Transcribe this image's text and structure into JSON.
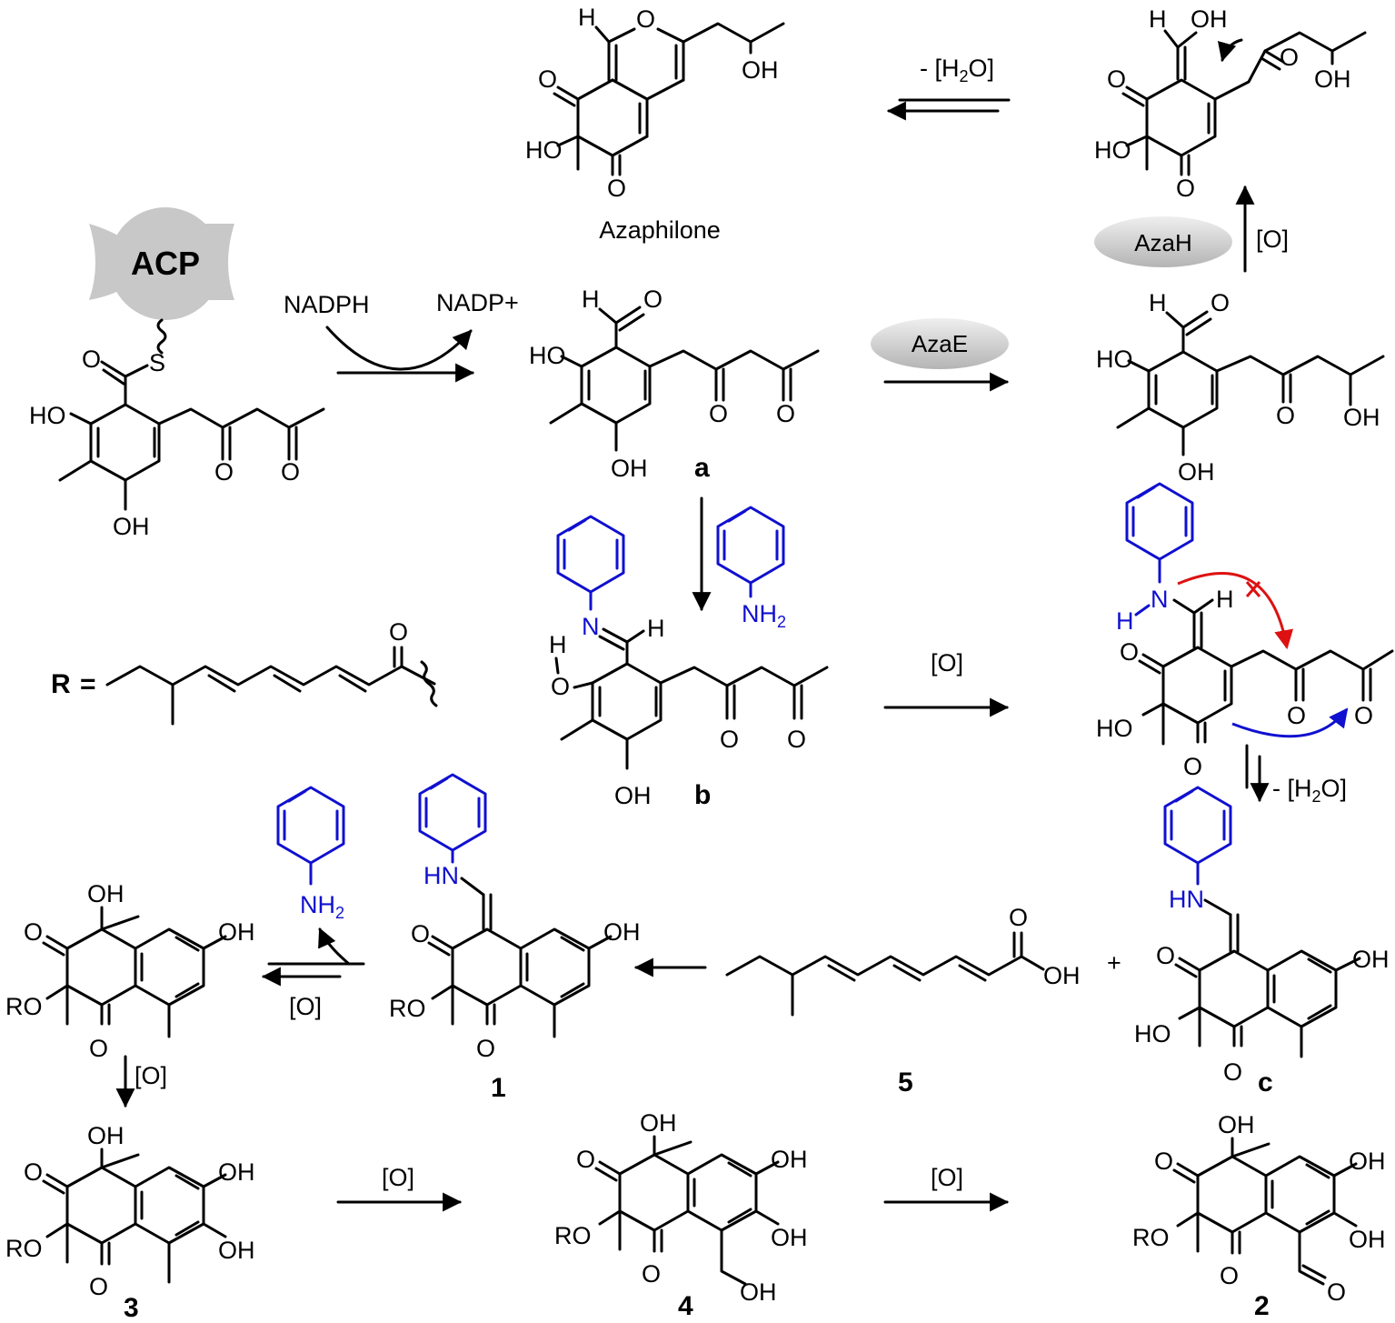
{
  "title_compound": "Azaphilone",
  "acp_label": "ACP",
  "cofactors": {
    "reduced": "NADPH",
    "oxidized": "NADP+"
  },
  "enzymes": {
    "azae": "AzaE",
    "azah": "AzaH"
  },
  "conditions": {
    "oxidation": "[O]",
    "dehydration_prefix": "- [H",
    "dehydration_sub": "2",
    "dehydration_suffix": "O]"
  },
  "compound_labels": {
    "a": "a",
    "b": "b",
    "c": "c",
    "one": "1",
    "two": "2",
    "three": "3",
    "four": "4",
    "five": "5"
  },
  "r_definition": {
    "r": "R",
    "equals": "="
  },
  "atoms": {
    "O": "O",
    "H": "H",
    "S": "S",
    "OH": "OH",
    "HO": "HO",
    "RO": "RO",
    "N": "N",
    "HN": "HN",
    "NH": "NH",
    "sub2": "2"
  },
  "plus_sign": "+",
  "colors": {
    "aniline": "#1010d0",
    "blocked_arrow": "#dd1111",
    "cyclization_arrow": "#1010d0",
    "acp_fill": "#c8c8c8",
    "enzyme_fill": "#d2d2d2"
  }
}
